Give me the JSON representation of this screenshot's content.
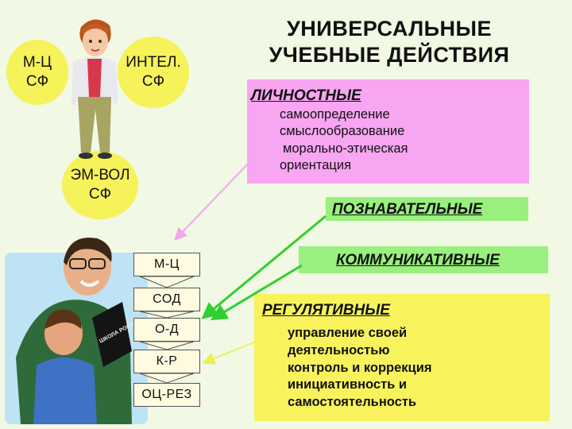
{
  "ovals": {
    "mc": [
      "М-Ц",
      "СФ"
    ],
    "intel": [
      "ИНТЕЛ.",
      "СФ"
    ],
    "emvol": [
      "ЭМ-ВОЛ",
      "СФ"
    ]
  },
  "title": [
    "УНИВЕРСАЛЬНЫЕ",
    "УЧЕБНЫЕ ДЕЙСТВИЯ"
  ],
  "personal": {
    "header": "ЛИЧНОСТНЫЕ",
    "items": [
      "самоопределение",
      "смыслообразование",
      "морально-этическая",
      "ориентация"
    ]
  },
  "cognitive": {
    "header": "ПОЗНАВАТЕЛЬНЫЕ"
  },
  "communicative": {
    "header": "КОММУНИКАТИВНЫЕ"
  },
  "regulatory": {
    "header": "РЕГУЛЯТИВНЫЕ",
    "items": [
      "управление своей",
      "деятельностью",
      "контроль и коррекция",
      "инициативность и",
      "самостоятельность"
    ]
  },
  "stack": [
    "М-Ц",
    "СОД",
    "О-Д",
    "К-Р",
    "ОЦ-РЕЗ"
  ],
  "book_text": "ШКОЛА РОССИИ",
  "colors": {
    "background": "#f1f8e4",
    "oval": "#f6f25a",
    "personal": "#f8a5f2",
    "cognitive": "#99f07e",
    "regulatory": "#f8f35c",
    "arrow_pink": "#f3a6ee",
    "arrow_green": "#2fcf2f",
    "arrow_yellow": "#f0ec5a"
  }
}
